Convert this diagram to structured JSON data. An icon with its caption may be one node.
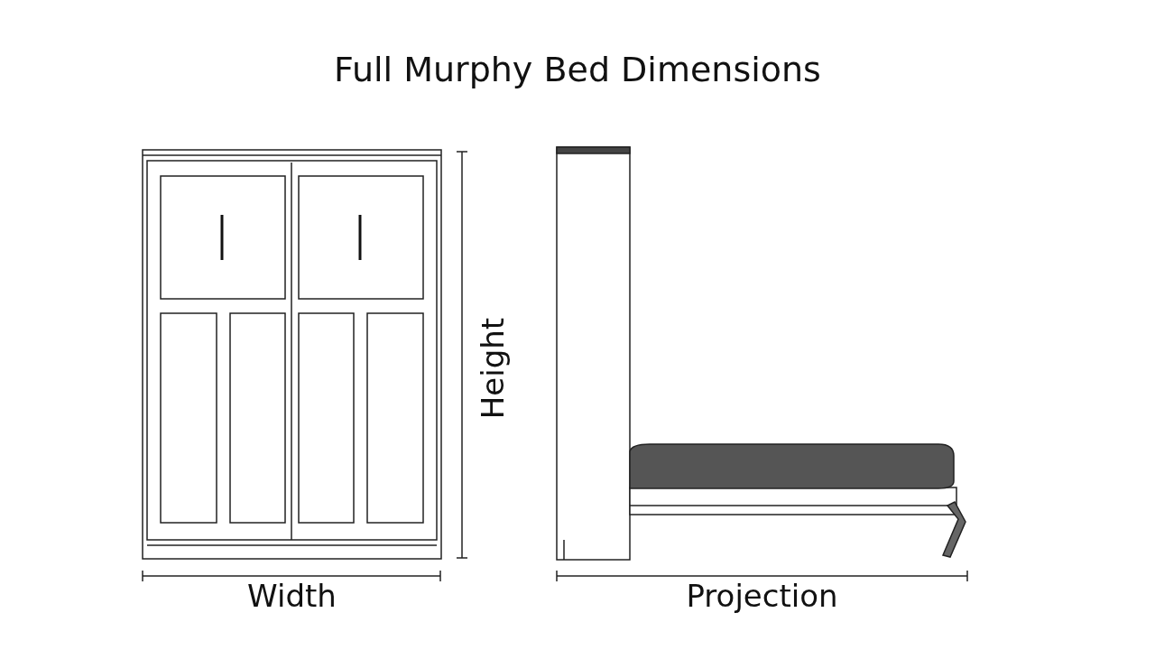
{
  "diagram": {
    "title": "Full Murphy Bed Dimensions",
    "labels": [
      "Height",
      "Width",
      "Projection"
    ]
  }
}
